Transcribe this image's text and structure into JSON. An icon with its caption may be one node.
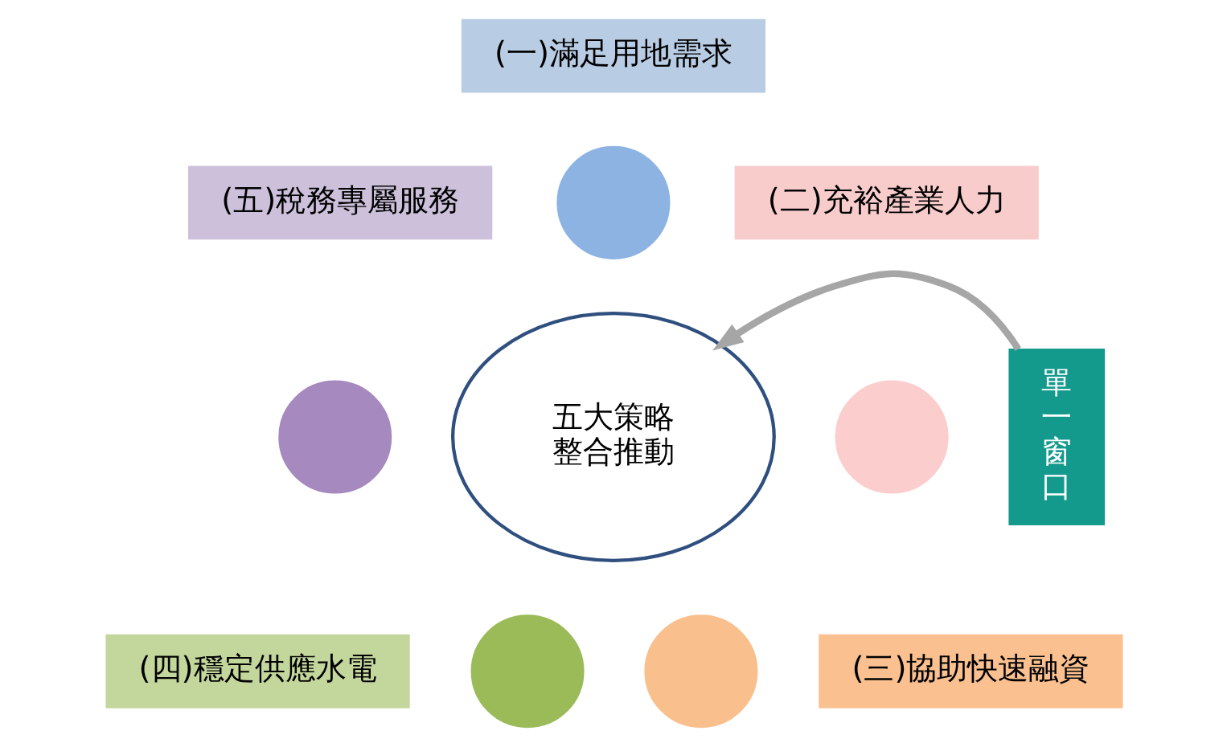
{
  "diagram": {
    "nodes": [
      {
        "text": [
          "(一)滿足用地需求"
        ]
      },
      {
        "text": [],
        "shape": "circle"
      },
      {
        "text": [
          "(五)稅務專屬服務"
        ]
      },
      {
        "text": [
          "(二)充裕產業人力"
        ]
      },
      {
        "text": [
          "單一窗口"
        ]
      },
      {
        "text": [],
        "shape": "circle"
      },
      {
        "text": [
          "五大策略整合推動"
        ]
      },
      {
        "text": [],
        "shape": "circle"
      },
      {
        "text": [],
        "shape": "circle"
      },
      {
        "text": [],
        "shape": "circle"
      },
      {
        "text": [
          "(四)穩定供應水電"
        ]
      },
      {
        "text": [
          "(三)協助快速融資"
        ]
      }
    ],
    "edges": [
      {
        "from": 4,
        "to": 6,
        "arrow": "to",
        "color": "#a6a6a6"
      }
    ]
  }
}
